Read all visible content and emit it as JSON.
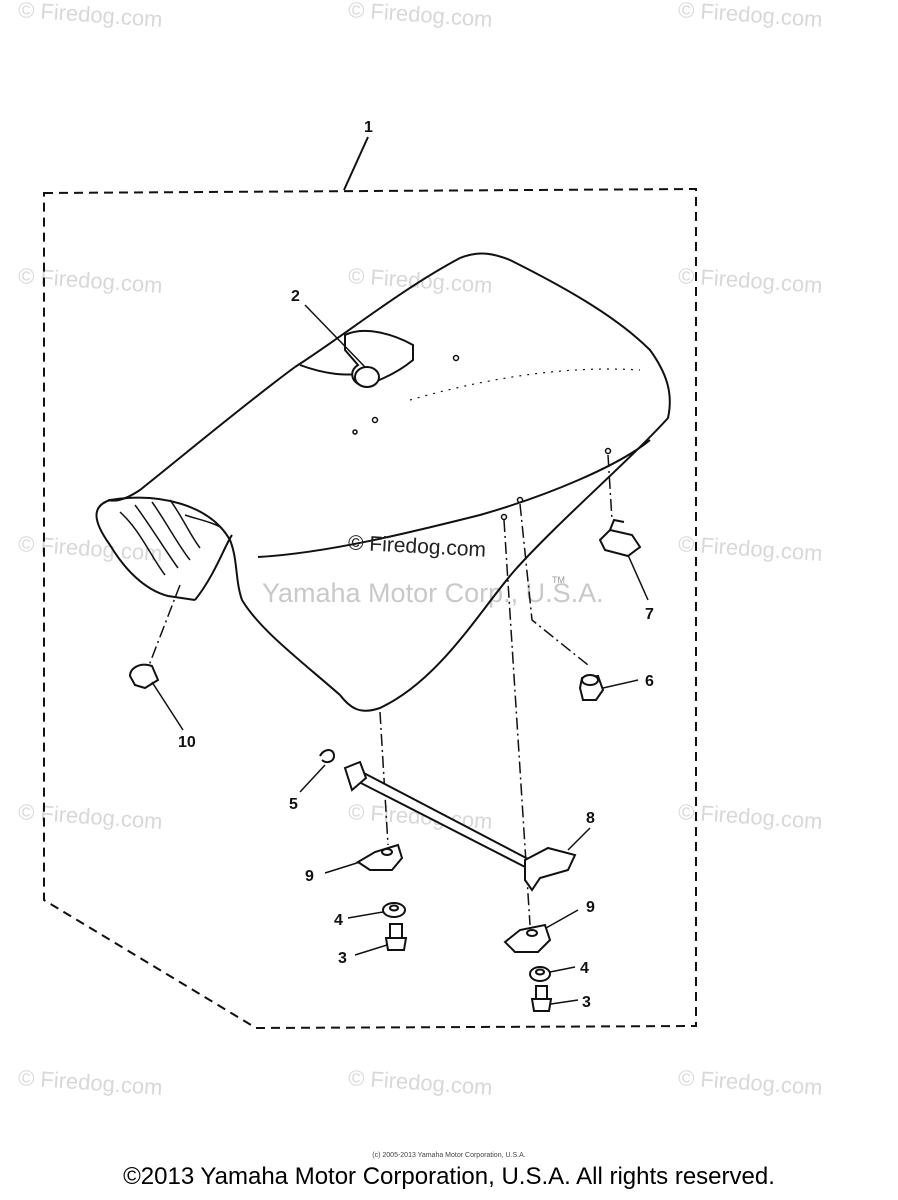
{
  "watermark_text": "© Firedog.com",
  "center_watermark": "© Firedog.com",
  "yamaha_watermark": "Yamaha Motor Corp., U.S.A.",
  "tm_mark": "TM",
  "small_copyright": "(c) 2005-2013 Yamaha Motor Corporation, U.S.A.",
  "copyright": "©2013 Yamaha Motor Corporation, U.S.A. All rights reserved.",
  "callouts": {
    "c1": "1",
    "c2": "2",
    "c3a": "3",
    "c3b": "3",
    "c4a": "4",
    "c4b": "4",
    "c5": "5",
    "c6": "6",
    "c7": "7",
    "c8": "8",
    "c9a": "9",
    "c9b": "9",
    "c10": "10"
  }
}
